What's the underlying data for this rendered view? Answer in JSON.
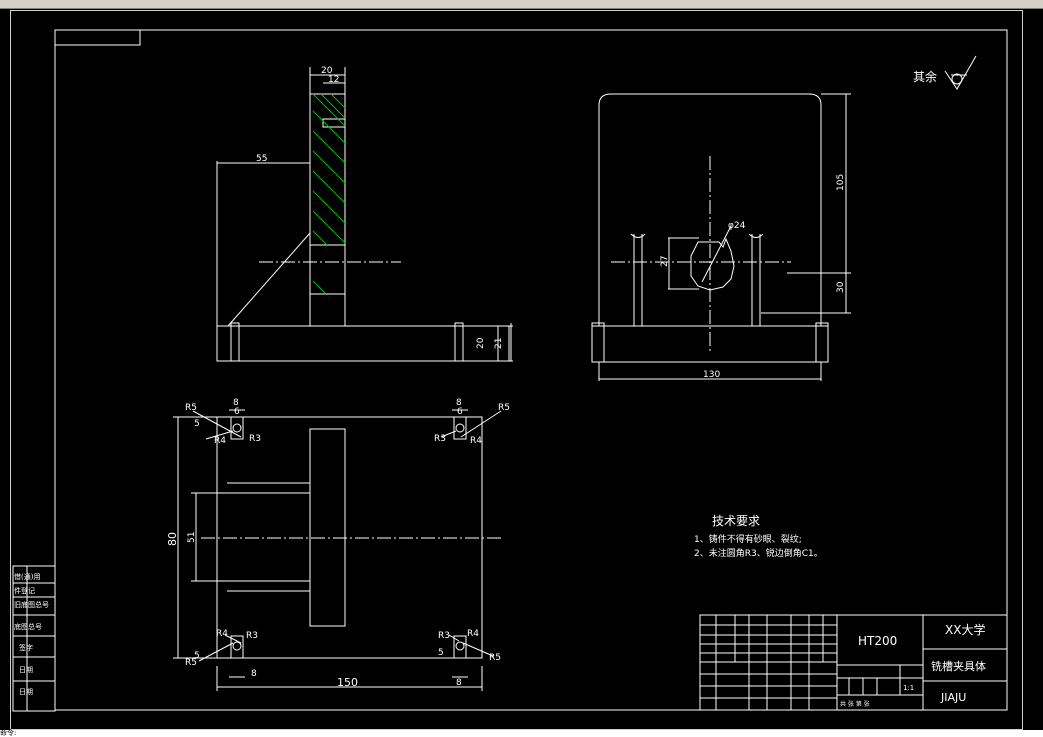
{
  "app": {
    "command_prompt": "命令:"
  },
  "title_block": {
    "material": "HT200",
    "school": "XX大学",
    "drawing_name": "铣槽夹具体",
    "drawing_code": "JIAJU",
    "scale": "1:1",
    "sheet": "共   张   第   张"
  },
  "roughness_note": {
    "text": "其余"
  },
  "tech_requirements": {
    "title": "技术要求",
    "items": [
      "1、铸件不得有砂眼、裂纹;",
      "2、未注圆角R3、锐边倒角C1。"
    ]
  },
  "side_labels": [
    "借(通)用",
    "件登记",
    "旧底图总号",
    "底图总号",
    "签字",
    "日期",
    "日期"
  ],
  "dimensions": {
    "front": {
      "w20": "20",
      "w12": "12",
      "d55": "55",
      "h20": "20",
      "h21": "21"
    },
    "side": {
      "h105": "105",
      "dia24": "φ24",
      "d27": "27",
      "h30": "30",
      "w130": "130"
    },
    "top": {
      "w150": "150",
      "h80": "80",
      "h51": "51",
      "r5": "R5",
      "r4": "R4",
      "r3": "R3",
      "s8": "8",
      "s6": "6",
      "s5": "5"
    }
  },
  "colors": {
    "line": "#ffffff",
    "hatch": "#00c000",
    "background": "#000000"
  }
}
